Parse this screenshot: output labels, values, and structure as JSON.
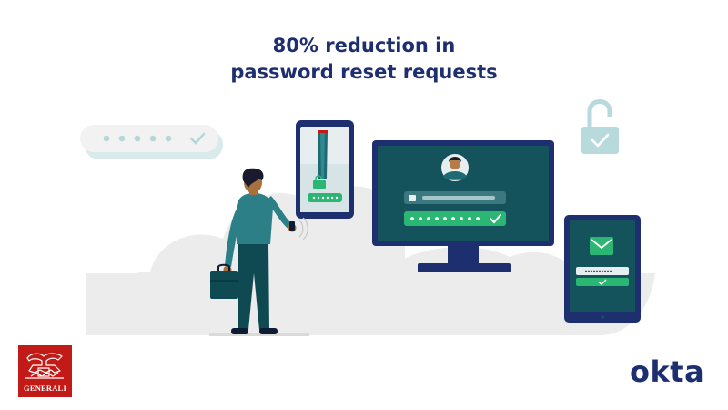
{
  "headline": {
    "line1": "80% reduction in",
    "line2": "password reset requests"
  },
  "logos": {
    "left_brand": "GENERALI",
    "right_brand": "okta"
  },
  "colors": {
    "navy": "#1d2f6f",
    "teal": "#14535c",
    "green": "#2bb673",
    "cloud": "#ececec",
    "generali_red": "#c21b17",
    "light_blue": "#cfe4e6"
  },
  "icons": [
    "password-field-icon",
    "padlock-check-icon",
    "phone-icon",
    "monitor-icon",
    "avatar-icon",
    "tablet-icon",
    "envelope-icon",
    "briefcase-icon"
  ]
}
